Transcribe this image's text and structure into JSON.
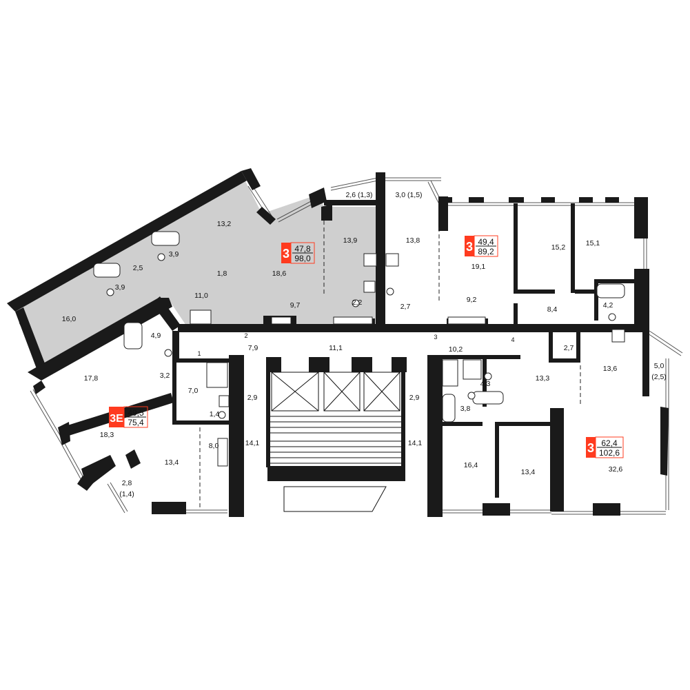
{
  "colors": {
    "wall": "#1a1a1a",
    "highlight": "#cfcfcf",
    "badge": "#ff3b1f",
    "background": "#ffffff"
  },
  "apartments": [
    {
      "id": "A",
      "rooms": "3",
      "living_area": "47,8",
      "total_area": "98,0",
      "highlighted": true
    },
    {
      "id": "B",
      "rooms": "3",
      "living_area": "49,4",
      "total_area": "89,2",
      "highlighted": false
    },
    {
      "id": "C",
      "rooms": "3E",
      "living_area": "49,5",
      "total_area": "75,4",
      "highlighted": false
    },
    {
      "id": "D",
      "rooms": "3",
      "living_area": "62,4",
      "total_area": "102,6",
      "highlighted": false
    }
  ],
  "rooms": [
    "13,2",
    "2,5",
    "3,9",
    "3,9",
    "16,0",
    "1,8",
    "11,0",
    "18,6",
    "13,9",
    "9,7",
    "2,2",
    "2,6 (1,3)",
    "3,0 (1,5)",
    "13,8",
    "2,7",
    "19,1",
    "9,2",
    "15,2",
    "15,1",
    "8,4",
    "4,2",
    "4,9",
    "17,8",
    "3,2",
    "7,0",
    "18,3",
    "1,4",
    "8,0",
    "13,4",
    "2,8",
    "(1,4)",
    "7,9",
    "11,1",
    "10,2",
    "2,9",
    "2,9",
    "14,1",
    "14,1",
    "4,3",
    "13,3",
    "3,8",
    "16,4",
    "13,4",
    "2,7",
    "13,6",
    "5,0",
    "(2,5)",
    "32,6"
  ],
  "door_markers": [
    "1",
    "2",
    "3",
    "4"
  ]
}
